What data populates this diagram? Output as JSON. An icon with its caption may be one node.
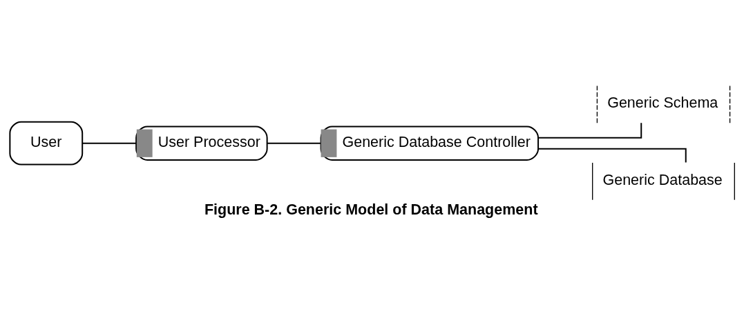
{
  "diagram": {
    "caption": "Figure B-2. Generic Model of Data Management",
    "nodes": [
      {
        "text": [
          "User"
        ]
      },
      {
        "text": [
          "User Processor"
        ]
      },
      {
        "text": [
          "Generic Database Controller"
        ]
      },
      {
        "text": [
          "Generic Schema"
        ]
      },
      {
        "text": [
          "Generic Database"
        ]
      }
    ],
    "edges": [
      {
        "from": 0,
        "to": 1,
        "arrow": "none"
      },
      {
        "from": 1,
        "to": 2,
        "arrow": "none"
      },
      {
        "from": 2,
        "to": 3,
        "arrow": "none"
      },
      {
        "from": 2,
        "to": 4,
        "arrow": "none"
      }
    ]
  }
}
